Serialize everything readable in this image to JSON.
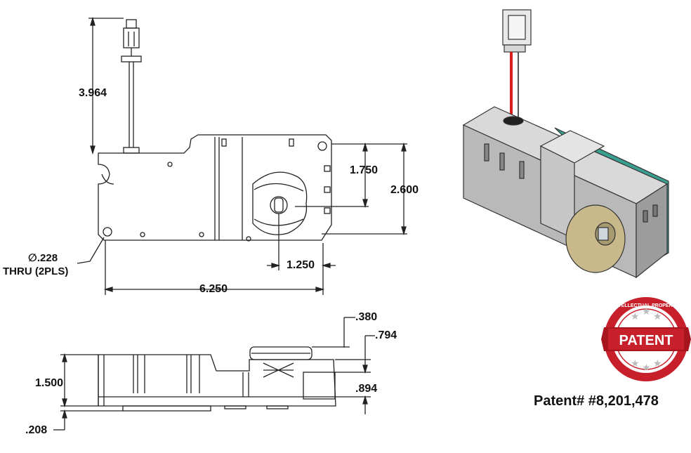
{
  "dimensions": {
    "top_height": "3.964",
    "mount_hole_offset": "1.750",
    "body_height": "2.600",
    "hole_spacing_x": "1.250",
    "overall_length": "6.250",
    "hole_diameter_line1": "∅.228",
    "hole_diameter_line2": "THRU (2PLS)",
    "side_top": ".380",
    "side_upper": ".794",
    "side_height": "1.500",
    "side_lower": ".894",
    "side_base": ".208"
  },
  "badge": {
    "word": "PATENT",
    "ring_text": "INTELLECTUAL PROPERTY",
    "color": "#c8202b"
  },
  "patent_caption": "Patent# #8,201,478",
  "colors": {
    "line": "#222222",
    "body_gray": "#b9b9b9",
    "wire_red": "#d81e1e",
    "knob_tan": "#c9b98a",
    "pcb_teal": "#3a9e8f"
  }
}
